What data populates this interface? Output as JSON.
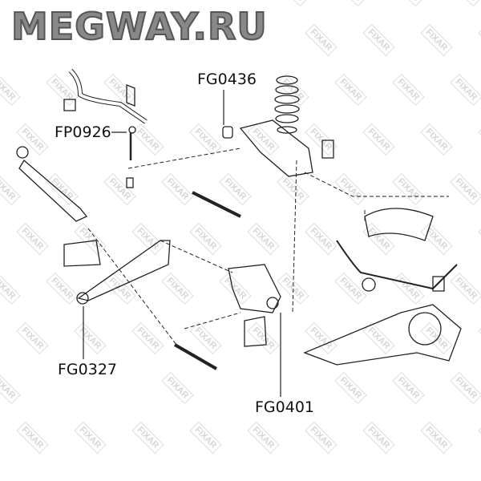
{
  "site_logo": "MEGWAY.RU",
  "watermark": "FIXAR",
  "part_labels": {
    "fg0436": "FG0436",
    "fp0926": "FP0926",
    "fg0327": "FG0327",
    "fg0401": "FG0401"
  }
}
